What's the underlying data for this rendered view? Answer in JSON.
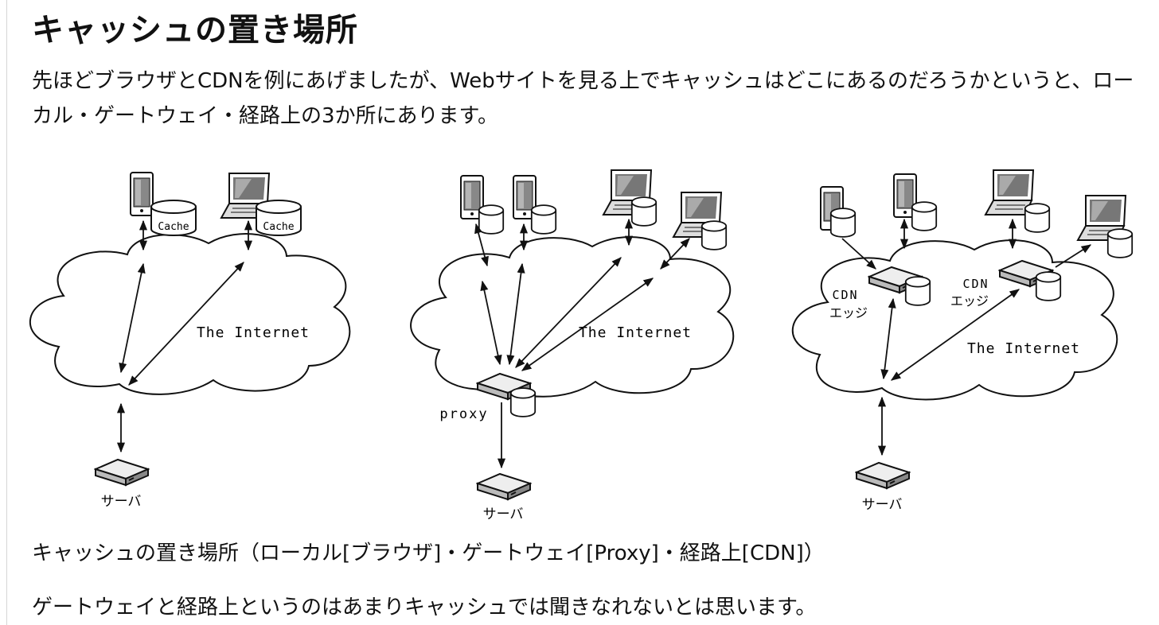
{
  "article": {
    "heading": "キャッシュの置き場所",
    "paragraph": "先ほどブラウザとCDNを例にあげましたが、Webサイトを見る上でキャッシュはどこにあるのだろうかというと、ローカル・ゲートウェイ・経路上の3か所にあります。",
    "caption": "キャッシュの置き場所（ローカル[ブラウザ]・ゲートウェイ[Proxy]・経路上[CDN]）",
    "next_paragraph": "ゲートウェイと経路上というのはあまりキャッシュでは聞きなれないとは思います。"
  },
  "figure": {
    "panel_local": {
      "cache_label_1": "Cache",
      "cache_label_2": "Cache",
      "internet_label": "The Internet",
      "server_label": "サーバ"
    },
    "panel_proxy": {
      "internet_label": "The Internet",
      "proxy_label": "proxy",
      "server_label": "サーバ"
    },
    "panel_cdn": {
      "edge1_label_1": "CDN",
      "edge1_label_2": "エッジ",
      "edge2_label_1": "CDN",
      "edge2_label_2": "エッジ",
      "internet_label": "The Internet",
      "server_label": "サーバ"
    }
  }
}
